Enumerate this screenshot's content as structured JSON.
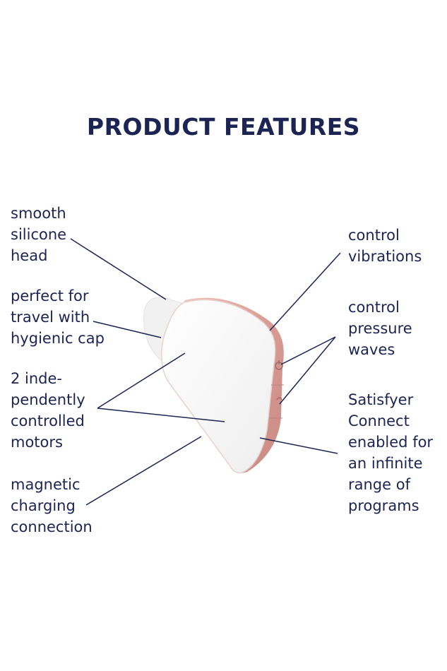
{
  "title": "PRODUCT FEATURES",
  "labels": {
    "smooth_head": "smooth\nsilicone\nhead",
    "travel_cap": "perfect for\ntravel with\nhygienic cap",
    "motors": "2 inde-\npendently\ncontrolled\nmotors",
    "charging": "magnetic\ncharging\nconnection",
    "vibrations": "control\nvibrations",
    "pressure": "control\npressure\nwaves",
    "connect": "Satisfyer\nConnect\nenabled for\nan infinite\nrange of\nprograms"
  },
  "colors": {
    "text": "#1c2454",
    "accent_rose": "#d9a09a",
    "body_white": "#f7f7f7"
  },
  "icons": [
    "power-icon",
    "wave-icon"
  ]
}
